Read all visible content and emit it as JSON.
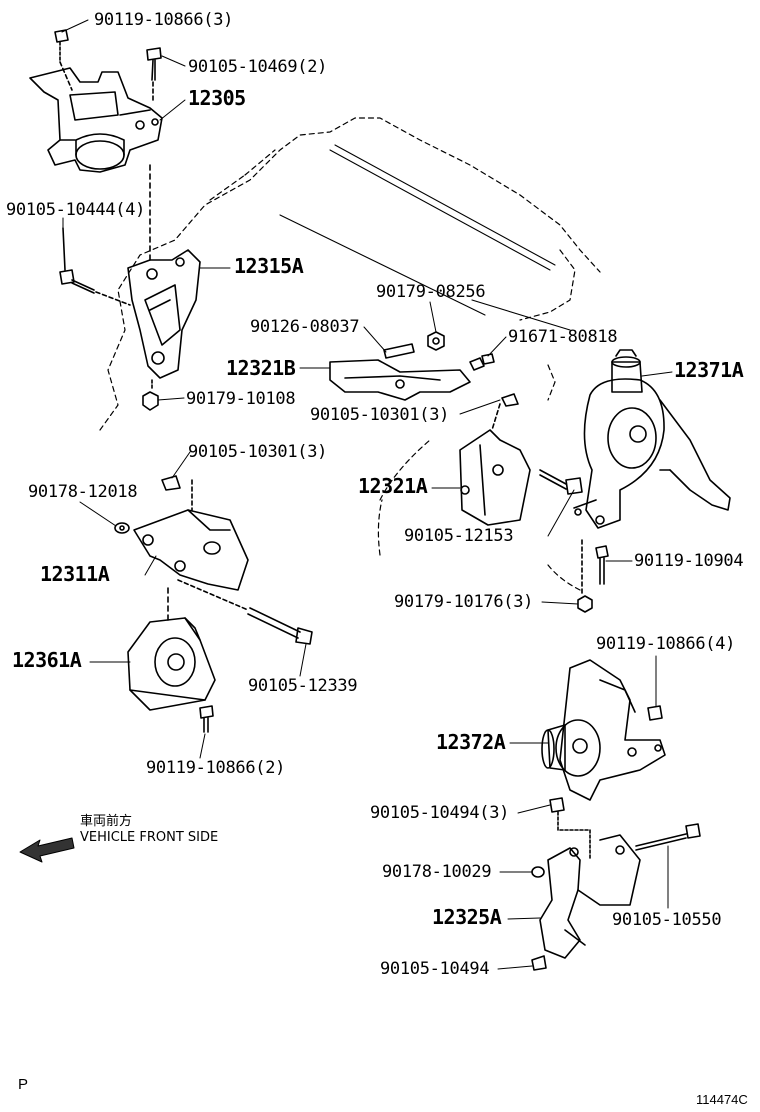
{
  "parts": {
    "p_90119_10866_3": "90119-10866(3)",
    "p_90105_10469_2": "90105-10469(2)",
    "p_12305": "12305",
    "p_90105_10444_4": "90105-10444(4)",
    "p_12315A": "12315A",
    "p_90179_08256": "90179-08256",
    "p_90126_08037": "90126-08037",
    "p_91671_80818": "91671-80818",
    "p_12321B": "12321B",
    "p_12371A": "12371A",
    "p_90179_10108": "90179-10108",
    "p_90105_10301_3a": "90105-10301(3)",
    "p_90105_10301_3b": "90105-10301(3)",
    "p_90178_12018": "90178-12018",
    "p_12321A": "12321A",
    "p_90105_12153": "90105-12153",
    "p_12311A": "12311A",
    "p_90119_10904": "90119-10904",
    "p_90179_10176_3": "90179-10176(3)",
    "p_12361A": "12361A",
    "p_90105_12339": "90105-12339",
    "p_90119_10866_4": "90119-10866(4)",
    "p_12372A": "12372A",
    "p_90119_10866_2": "90119-10866(2)",
    "p_90105_10494_3": "90105-10494(3)",
    "p_90178_10029": "90178-10029",
    "p_12325A": "12325A",
    "p_90105_10550": "90105-10550",
    "p_90105_10494": "90105-10494"
  },
  "direction": {
    "japanese": "車両前方",
    "english": "VEHICLE FRONT SIDE"
  },
  "footer": {
    "corner_mark": "P",
    "diagram_id": "114474C"
  }
}
